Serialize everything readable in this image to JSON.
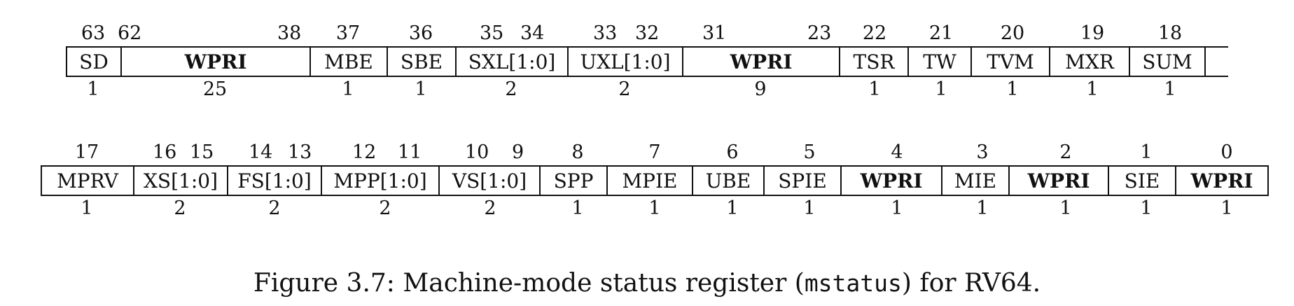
{
  "row1": {
    "bit_numbers": [
      "63",
      "62",
      "38",
      "37",
      "36",
      "35",
      "34",
      "33",
      "32",
      "31",
      "23",
      "22",
      "21",
      "20",
      "19",
      "18"
    ],
    "fields": [
      {
        "label": "SD",
        "width": "1",
        "bold": false
      },
      {
        "label": "WPRI",
        "width": "25",
        "bold": true
      },
      {
        "label": "MBE",
        "width": "1",
        "bold": false
      },
      {
        "label": "SBE",
        "width": "1",
        "bold": false
      },
      {
        "label": "SXL[1:0]",
        "width": "2",
        "bold": false
      },
      {
        "label": "UXL[1:0]",
        "width": "2",
        "bold": false
      },
      {
        "label": "WPRI",
        "width": "9",
        "bold": true
      },
      {
        "label": "TSR",
        "width": "1",
        "bold": false
      },
      {
        "label": "TW",
        "width": "1",
        "bold": false
      },
      {
        "label": "TVM",
        "width": "1",
        "bold": false
      },
      {
        "label": "MXR",
        "width": "1",
        "bold": false
      },
      {
        "label": "SUM",
        "width": "1",
        "bold": false
      }
    ]
  },
  "row2": {
    "bit_numbers": [
      "17",
      "16",
      "15",
      "14",
      "13",
      "12",
      "11",
      "10",
      "9",
      "8",
      "7",
      "6",
      "5",
      "4",
      "3",
      "2",
      "1",
      "0"
    ],
    "fields": [
      {
        "label": "MPRV",
        "width": "1",
        "bold": false
      },
      {
        "label": "XS[1:0]",
        "width": "2",
        "bold": false
      },
      {
        "label": "FS[1:0]",
        "width": "2",
        "bold": false
      },
      {
        "label": "MPP[1:0]",
        "width": "2",
        "bold": false
      },
      {
        "label": "VS[1:0]",
        "width": "2",
        "bold": false
      },
      {
        "label": "SPP",
        "width": "1",
        "bold": false
      },
      {
        "label": "MPIE",
        "width": "1",
        "bold": false
      },
      {
        "label": "UBE",
        "width": "1",
        "bold": false
      },
      {
        "label": "SPIE",
        "width": "1",
        "bold": false
      },
      {
        "label": "WPRI",
        "width": "1",
        "bold": true
      },
      {
        "label": "MIE",
        "width": "1",
        "bold": false
      },
      {
        "label": "WPRI",
        "width": "1",
        "bold": true
      },
      {
        "label": "SIE",
        "width": "1",
        "bold": false
      },
      {
        "label": "WPRI",
        "width": "1",
        "bold": true
      }
    ]
  },
  "caption": {
    "prefix": "Figure 3.7: Machine-mode status register (",
    "code": "mstatus",
    "suffix": ") for RV64."
  }
}
